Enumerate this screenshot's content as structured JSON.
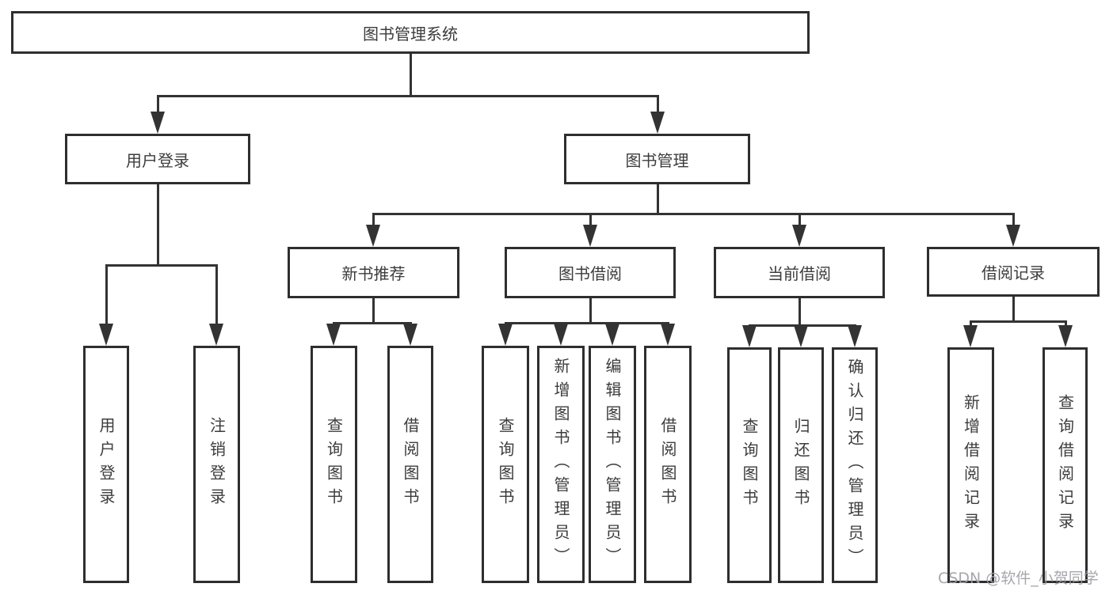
{
  "diagram": {
    "nodes": [
      {
        "id": "root",
        "label": "图书管理系统"
      },
      {
        "id": "user-login",
        "label": "用户登录"
      },
      {
        "id": "book-mgmt",
        "label": "图书管理"
      },
      {
        "id": "new-book-rec",
        "label": "新书推荐"
      },
      {
        "id": "book-borrow",
        "label": "图书借阅"
      },
      {
        "id": "current-borrow",
        "label": "当前借阅"
      },
      {
        "id": "borrow-records",
        "label": "借阅记录"
      },
      {
        "id": "leaf-user-login",
        "label": "用户登录"
      },
      {
        "id": "leaf-logout",
        "label": "注销登录"
      },
      {
        "id": "leaf-rec-query-book",
        "label": "查询图书"
      },
      {
        "id": "leaf-rec-borrow-book",
        "label": "借阅图书"
      },
      {
        "id": "leaf-bb-query-book",
        "label": "查询图书"
      },
      {
        "id": "leaf-bb-add-book",
        "label": "新增图书（管理员）"
      },
      {
        "id": "leaf-bb-edit-book",
        "label": "编辑图书（管理员）"
      },
      {
        "id": "leaf-bb-borrow-book",
        "label": "借阅图书"
      },
      {
        "id": "leaf-cb-query-book",
        "label": "查询图书"
      },
      {
        "id": "leaf-cb-return-book",
        "label": "归还图书"
      },
      {
        "id": "leaf-cb-confirm-return",
        "label": "确认归还（管理员）"
      },
      {
        "id": "leaf-br-add-record",
        "label": "新增借阅记录"
      },
      {
        "id": "leaf-br-query-record",
        "label": "查询借阅记录"
      }
    ],
    "edges": [
      [
        "root",
        "user-login"
      ],
      [
        "root",
        "book-mgmt"
      ],
      [
        "user-login",
        "leaf-user-login"
      ],
      [
        "user-login",
        "leaf-logout"
      ],
      [
        "book-mgmt",
        "new-book-rec"
      ],
      [
        "book-mgmt",
        "book-borrow"
      ],
      [
        "book-mgmt",
        "current-borrow"
      ],
      [
        "book-mgmt",
        "borrow-records"
      ],
      [
        "new-book-rec",
        "leaf-rec-query-book"
      ],
      [
        "new-book-rec",
        "leaf-rec-borrow-book"
      ],
      [
        "book-borrow",
        "leaf-bb-query-book"
      ],
      [
        "book-borrow",
        "leaf-bb-add-book"
      ],
      [
        "book-borrow",
        "leaf-bb-edit-book"
      ],
      [
        "book-borrow",
        "leaf-bb-borrow-book"
      ],
      [
        "current-borrow",
        "leaf-cb-query-book"
      ],
      [
        "current-borrow",
        "leaf-cb-return-book"
      ],
      [
        "current-borrow",
        "leaf-cb-confirm-return"
      ],
      [
        "borrow-records",
        "leaf-br-add-record"
      ],
      [
        "borrow-records",
        "leaf-br-query-record"
      ]
    ]
  },
  "watermark": {
    "text": "CSDN @软件_小贺同学"
  },
  "colors": {
    "line": "#333333",
    "box_border": "#2e2e2e",
    "text": "#3c3c3c",
    "watermark": "#9e9ea5",
    "background": "#ffffff"
  }
}
